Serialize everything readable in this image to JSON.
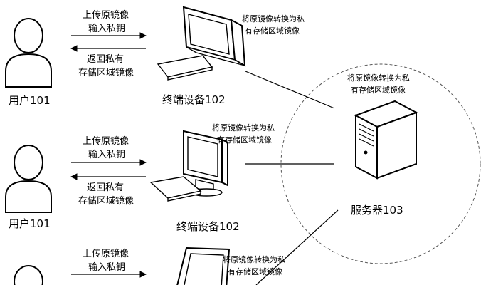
{
  "rows": [
    {
      "user_label": "用户101",
      "upload_line1": "上传原镜像",
      "upload_line2": "输入私钥",
      "return_line1": "返回私有",
      "return_line2": "存储区域镜像",
      "device_label": "终端设备102",
      "device_note_line1": "将原镜像转换为私",
      "device_note_line2": "有存储区域镜像"
    },
    {
      "user_label": "用户101",
      "upload_line1": "上传原镜像",
      "upload_line2": "输入私钥",
      "return_line1": "返回私有",
      "return_line2": "存储区域镜像",
      "device_label": "终端设备102",
      "device_note_line1": "将原镜像转换为私",
      "device_note_line2": "有存储区域镜像"
    },
    {
      "upload_line1": "上传原镜像",
      "upload_line2": "输入私钥",
      "device_note_line1": "将原镜像转换为私",
      "device_note_line2": "有存储区域镜像"
    }
  ],
  "server": {
    "label": "服务器103",
    "note_line1": "将原镜像转换为私",
    "note_line2": "有存储区域镜像"
  }
}
